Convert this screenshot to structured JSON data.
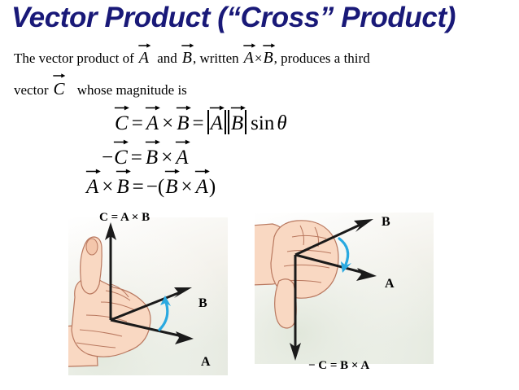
{
  "slide": {
    "title": "Vector Product (“Cross” Product)",
    "background_color": "#ffffff",
    "title_color": "#191978"
  },
  "body": {
    "line1": {
      "t1": "The vector product of",
      "vec_a": "A",
      "t2": "and",
      "vec_b": "B",
      "t3": ", written",
      "vec_a2": "A",
      "times": "×",
      "vec_b2": "B",
      "t4": ", produces a third"
    },
    "line2": {
      "t1": "vector",
      "vec_c": "C",
      "t2": "whose magnitude is"
    }
  },
  "equations": {
    "eq1": {
      "lhs": "C",
      "eq_sign_1": "=",
      "a": "A",
      "cross_1": "×",
      "b": "B",
      "eq_sign_2": "=",
      "abs_a": "A",
      "abs_b": "B",
      "sin": "sin",
      "theta": "θ",
      "plain": "C = A × B = |A||B| sin θ"
    },
    "eq2": {
      "minus": "−",
      "c": "C",
      "eq_sign": "=",
      "b": "B",
      "cross": "×",
      "a": "A",
      "plain": "− C = B × A"
    },
    "eq3": {
      "a": "A",
      "cross_1": "×",
      "b": "B",
      "eq_sign": "=",
      "minus_paren_open": "−(",
      "b2": "B",
      "cross_2": "×",
      "a2": "A",
      "paren_close": ")",
      "plain": "A × B = −(B × A)"
    }
  },
  "figures": {
    "left": {
      "name": "right-hand-rule-thumb-up",
      "caption": "C = A × B",
      "label_b": "B",
      "label_a": "A",
      "rotation_arrow": "curved-arrow-from-A-to-B",
      "thumb_direction": "up",
      "skin_color": "#f9d8c2",
      "outline_color": "#b9785f",
      "arrow_color": "#1a1a1a",
      "curve_color": "#2aa9e0"
    },
    "right": {
      "name": "right-hand-rule-thumb-down",
      "caption": "− C = B × A",
      "label_b": "B",
      "label_a": "A",
      "rotation_arrow": "curved-arrow-from-B-to-A",
      "thumb_direction": "down",
      "skin_color": "#f9d8c2",
      "outline_color": "#b9785f",
      "arrow_color": "#1a1a1a",
      "curve_color": "#2aa9e0"
    }
  }
}
